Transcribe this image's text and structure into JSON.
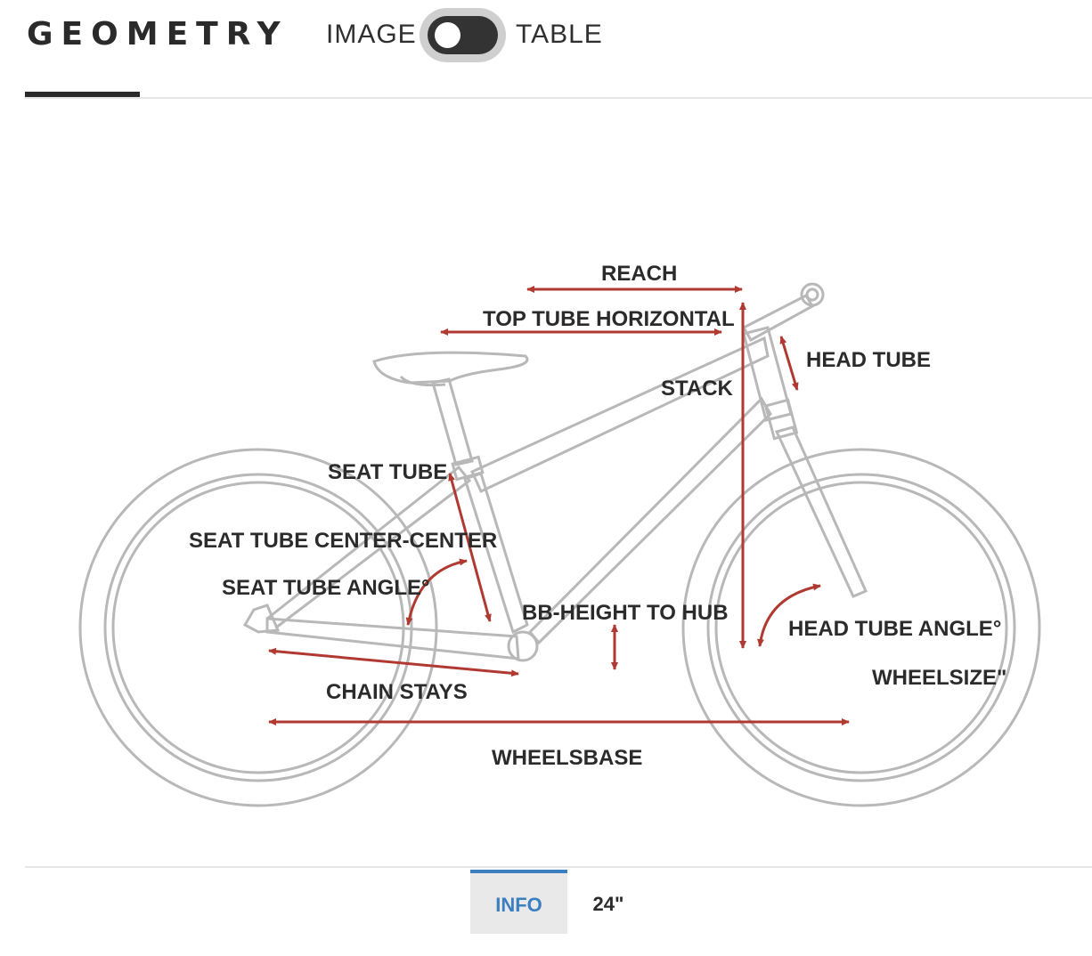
{
  "header": {
    "title": "GEOMETRY",
    "view_toggle": {
      "left_label": "IMAGE",
      "right_label": "TABLE",
      "selected": "IMAGE"
    }
  },
  "diagram": {
    "labels": {
      "reach": "REACH",
      "top_tube_horizontal": "TOP TUBE HORIZONTAL",
      "head_tube": "HEAD TUBE",
      "stack": "STACK",
      "seat_tube": "SEAT TUBE",
      "seat_tube_center_center": "SEAT TUBE CENTER-CENTER",
      "seat_tube_angle": "SEAT TUBE ANGLE°",
      "bb_height_to_hub": "BB-HEIGHT TO HUB",
      "head_tube_angle": "HEAD TUBE ANGLE°",
      "wheelsize": "WHEELSIZE\"",
      "chain_stays": "CHAIN STAYS",
      "wheelsbase": "WHEELSBASE"
    },
    "colors": {
      "frame": "#b8b8b8",
      "arrow": "#b03a32"
    }
  },
  "footer": {
    "tabs": [
      {
        "label": "INFO",
        "active": true
      },
      {
        "label": "24\"",
        "active": false
      }
    ]
  },
  "colors": {
    "accent": "#3b7fc0",
    "text": "#2b2b2b",
    "toggle_track": "#333333"
  }
}
